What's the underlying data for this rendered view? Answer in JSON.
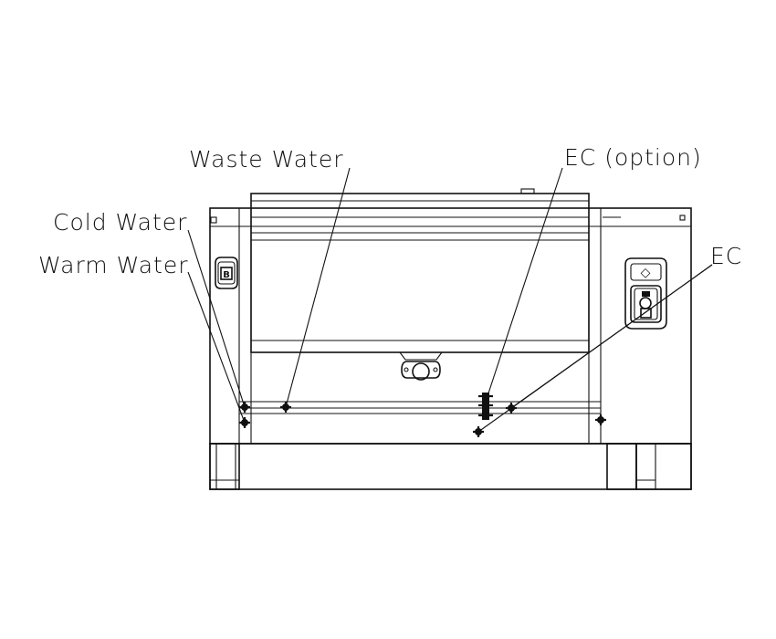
{
  "labels": {
    "waste_water": "Waste Water",
    "ec_option": "EC (option)",
    "cold_water": "Cold Water",
    "warm_water": "Warm Water",
    "ec": "EC"
  },
  "icons": {
    "left_badge": "B",
    "right_symbol": "◇"
  },
  "colors": {
    "line": "#111111",
    "background": "#ffffff"
  }
}
